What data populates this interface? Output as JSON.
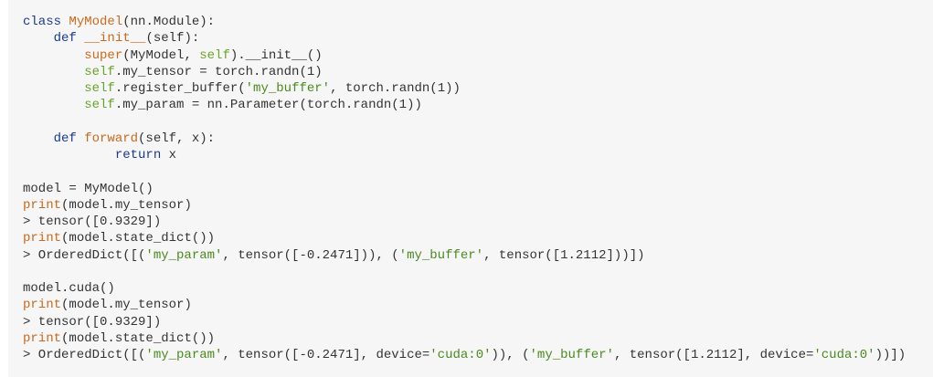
{
  "code": {
    "lines": [
      [
        {
          "t": "class ",
          "c": "kw"
        },
        {
          "t": "MyModel",
          "c": "fn"
        },
        {
          "t": "(nn.Module):",
          "c": ""
        }
      ],
      [
        {
          "t": "    ",
          "c": ""
        },
        {
          "t": "def ",
          "c": "kw"
        },
        {
          "t": "__init__",
          "c": "fn"
        },
        {
          "t": "(self):",
          "c": ""
        }
      ],
      [
        {
          "t": "        ",
          "c": ""
        },
        {
          "t": "super",
          "c": "bi"
        },
        {
          "t": "(MyModel, ",
          "c": ""
        },
        {
          "t": "self",
          "c": "slf"
        },
        {
          "t": ").__init__()",
          "c": ""
        }
      ],
      [
        {
          "t": "        ",
          "c": ""
        },
        {
          "t": "self",
          "c": "slf"
        },
        {
          "t": ".my_tensor = torch.randn(1)",
          "c": ""
        }
      ],
      [
        {
          "t": "        ",
          "c": ""
        },
        {
          "t": "self",
          "c": "slf"
        },
        {
          "t": ".register_buffer(",
          "c": ""
        },
        {
          "t": "'my_buffer'",
          "c": "str"
        },
        {
          "t": ", torch.randn(1))",
          "c": ""
        }
      ],
      [
        {
          "t": "        ",
          "c": ""
        },
        {
          "t": "self",
          "c": "slf"
        },
        {
          "t": ".my_param = nn.Parameter(torch.randn(1))",
          "c": ""
        }
      ],
      [
        {
          "t": "",
          "c": ""
        }
      ],
      [
        {
          "t": "    ",
          "c": ""
        },
        {
          "t": "def ",
          "c": "kw"
        },
        {
          "t": "forward",
          "c": "fn"
        },
        {
          "t": "(self, x):",
          "c": ""
        }
      ],
      [
        {
          "t": "            ",
          "c": ""
        },
        {
          "t": "return",
          "c": "kw"
        },
        {
          "t": " x",
          "c": ""
        }
      ],
      [
        {
          "t": "",
          "c": ""
        }
      ],
      [
        {
          "t": "model = MyModel()",
          "c": ""
        }
      ],
      [
        {
          "t": "print",
          "c": "bi"
        },
        {
          "t": "(model.my_tensor)",
          "c": ""
        }
      ],
      [
        {
          "t": "> tensor([0.9329])",
          "c": ""
        }
      ],
      [
        {
          "t": "print",
          "c": "bi"
        },
        {
          "t": "(model.state_dict())",
          "c": ""
        }
      ],
      [
        {
          "t": "> OrderedDict([(",
          "c": ""
        },
        {
          "t": "'my_param'",
          "c": "str"
        },
        {
          "t": ", tensor([-0.2471])), (",
          "c": ""
        },
        {
          "t": "'my_buffer'",
          "c": "str"
        },
        {
          "t": ", tensor([1.2112]))])",
          "c": ""
        }
      ],
      [
        {
          "t": "",
          "c": ""
        }
      ],
      [
        {
          "t": "model.cuda()",
          "c": ""
        }
      ],
      [
        {
          "t": "print",
          "c": "bi"
        },
        {
          "t": "(model.my_tensor)",
          "c": ""
        }
      ],
      [
        {
          "t": "> tensor([0.9329])",
          "c": ""
        }
      ],
      [
        {
          "t": "print",
          "c": "bi"
        },
        {
          "t": "(model.state_dict())",
          "c": ""
        }
      ],
      [
        {
          "t": "> OrderedDict([(",
          "c": ""
        },
        {
          "t": "'my_param'",
          "c": "str"
        },
        {
          "t": ", tensor([-0.2471], device=",
          "c": ""
        },
        {
          "t": "'cuda:0'",
          "c": "str"
        },
        {
          "t": ")), (",
          "c": ""
        },
        {
          "t": "'my_buffer'",
          "c": "str"
        },
        {
          "t": ", tensor([1.2112], device=",
          "c": ""
        },
        {
          "t": "'cuda:0'",
          "c": "str"
        },
        {
          "t": "))])",
          "c": ""
        }
      ]
    ]
  },
  "colors": {
    "background": "#f6f6f6",
    "keyword": "#1a3a8f",
    "function_name": "#c9691d",
    "self": "#6aa22b",
    "string": "#4a8a1f",
    "text": "#333333"
  }
}
